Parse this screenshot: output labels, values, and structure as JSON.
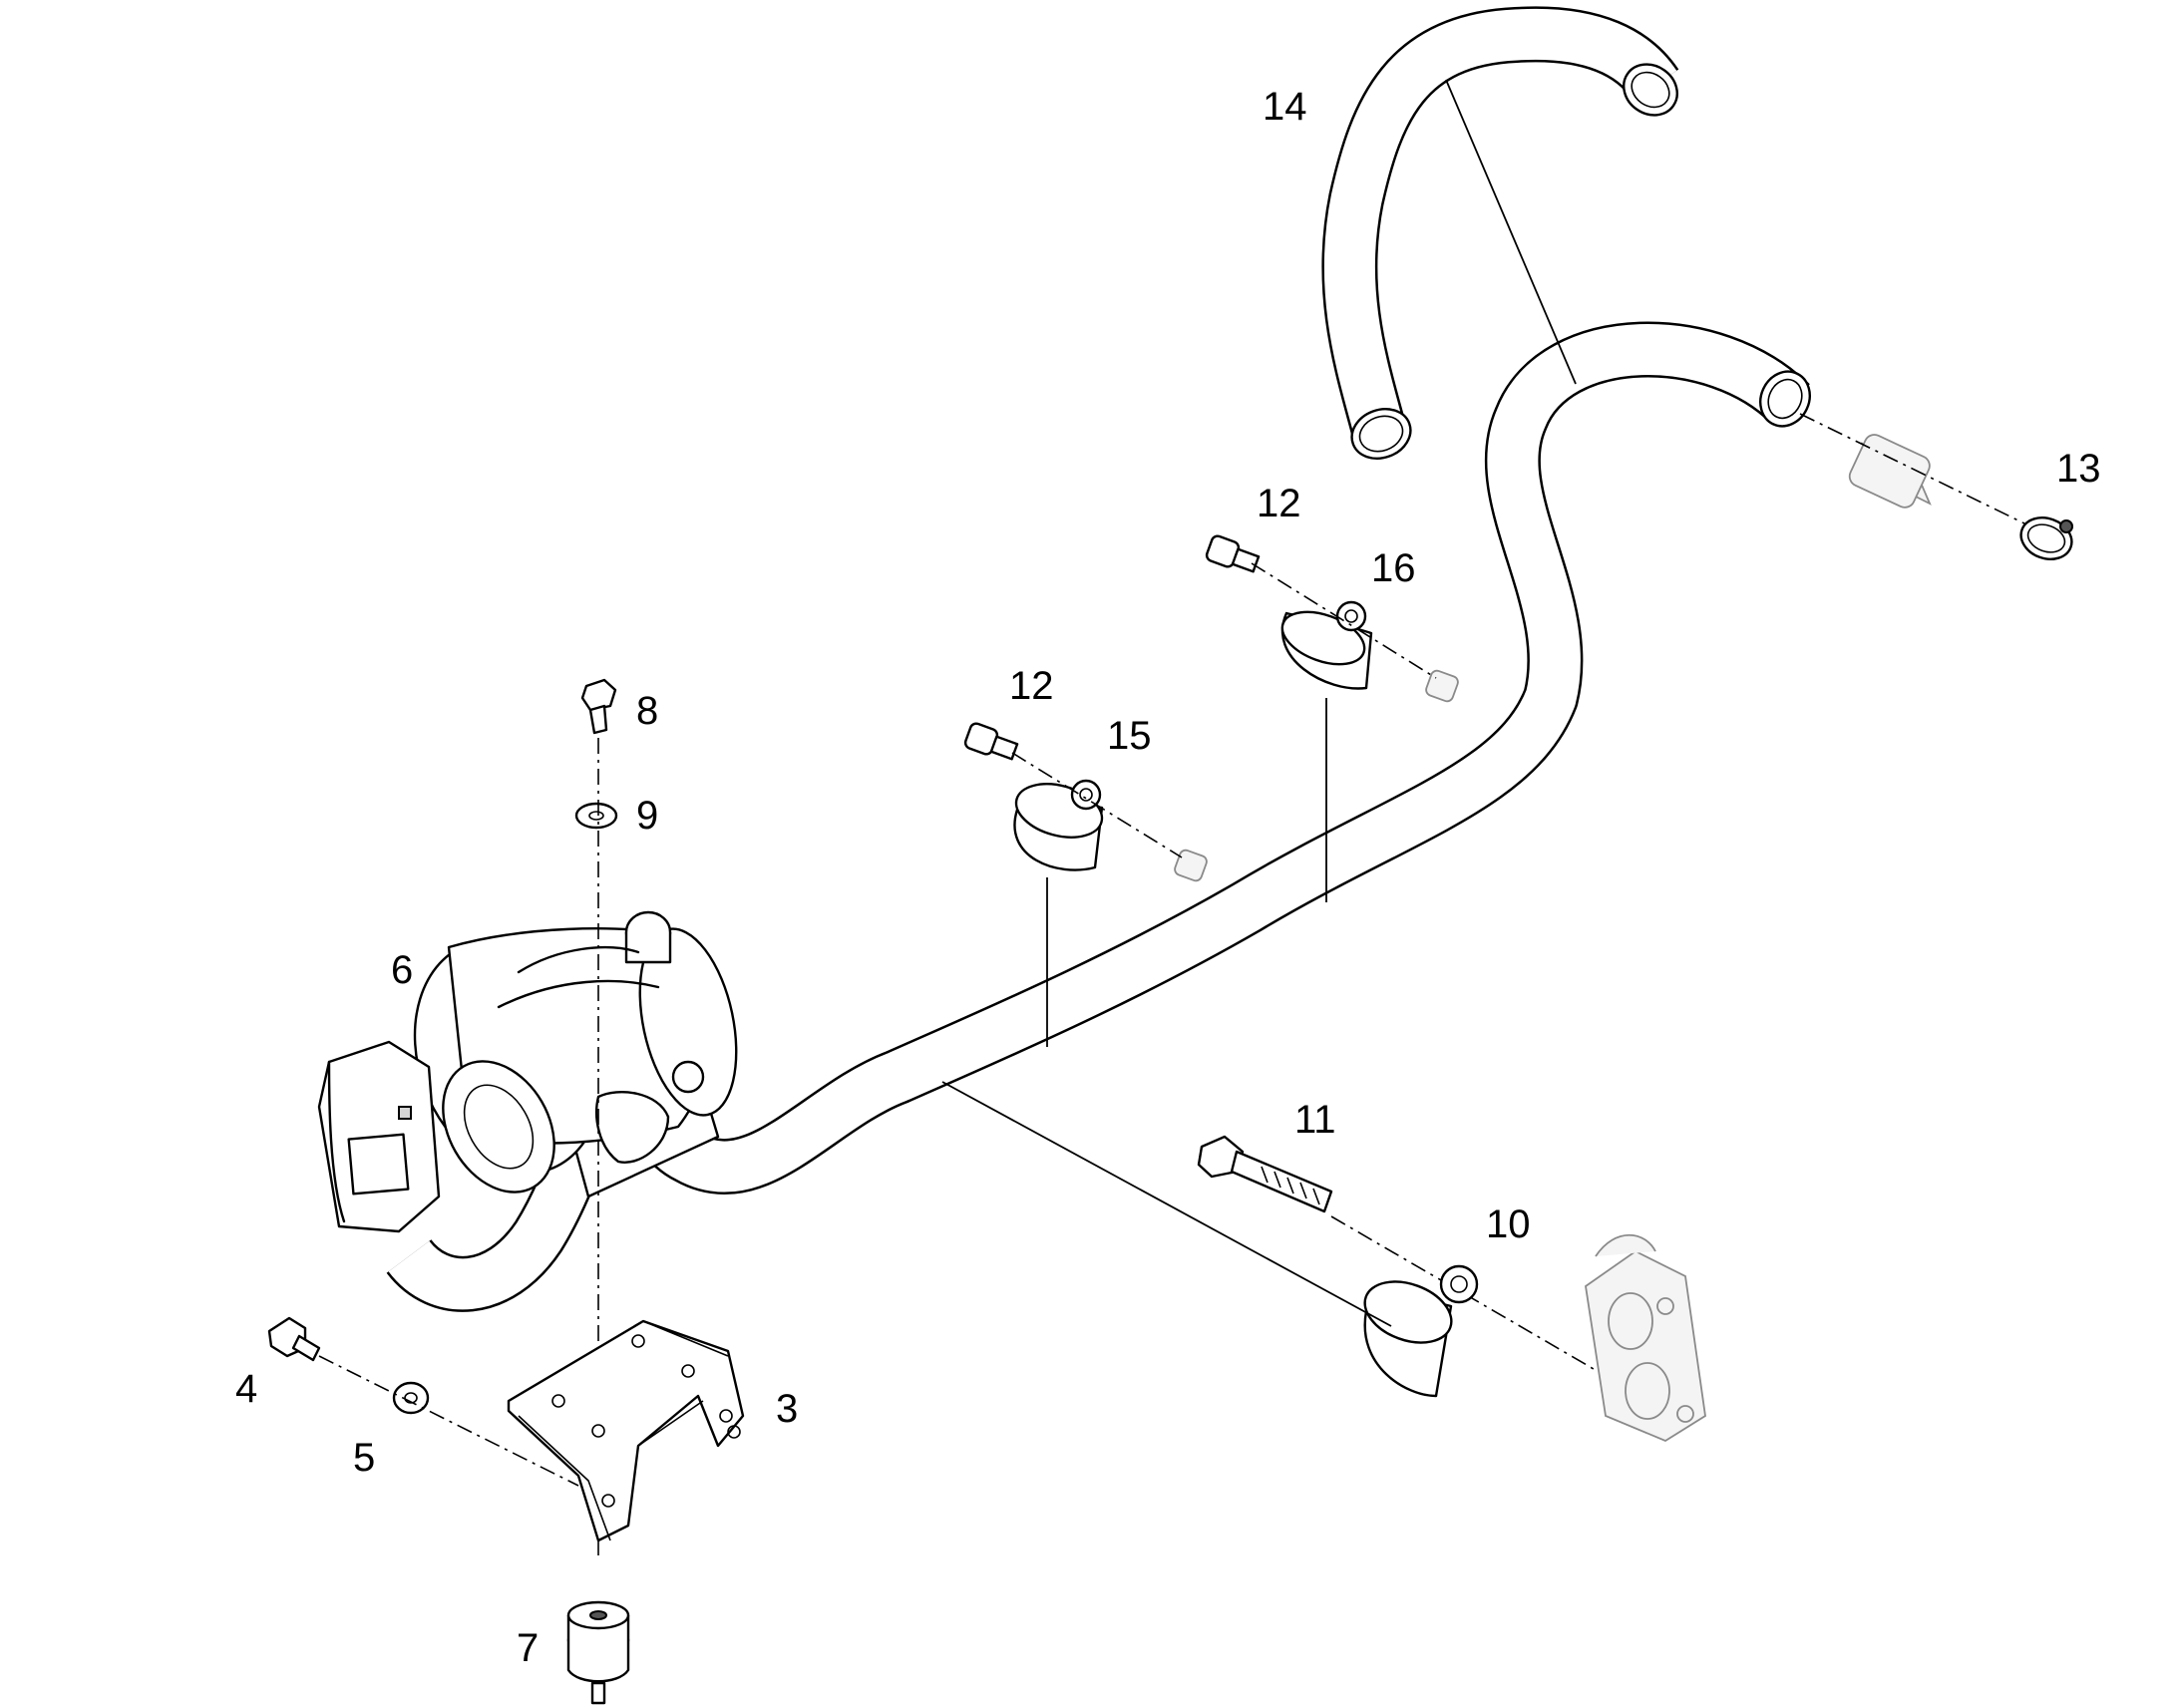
{
  "callouts": {
    "p3": "3",
    "p4": "4",
    "p5": "5",
    "p6": "6",
    "p7": "7",
    "p8": "8",
    "p9": "9",
    "p10": "10",
    "p11": "11",
    "p12a": "12",
    "p12b": "12",
    "p13": "13",
    "p14": "14",
    "p15": "15",
    "p16": "16"
  }
}
